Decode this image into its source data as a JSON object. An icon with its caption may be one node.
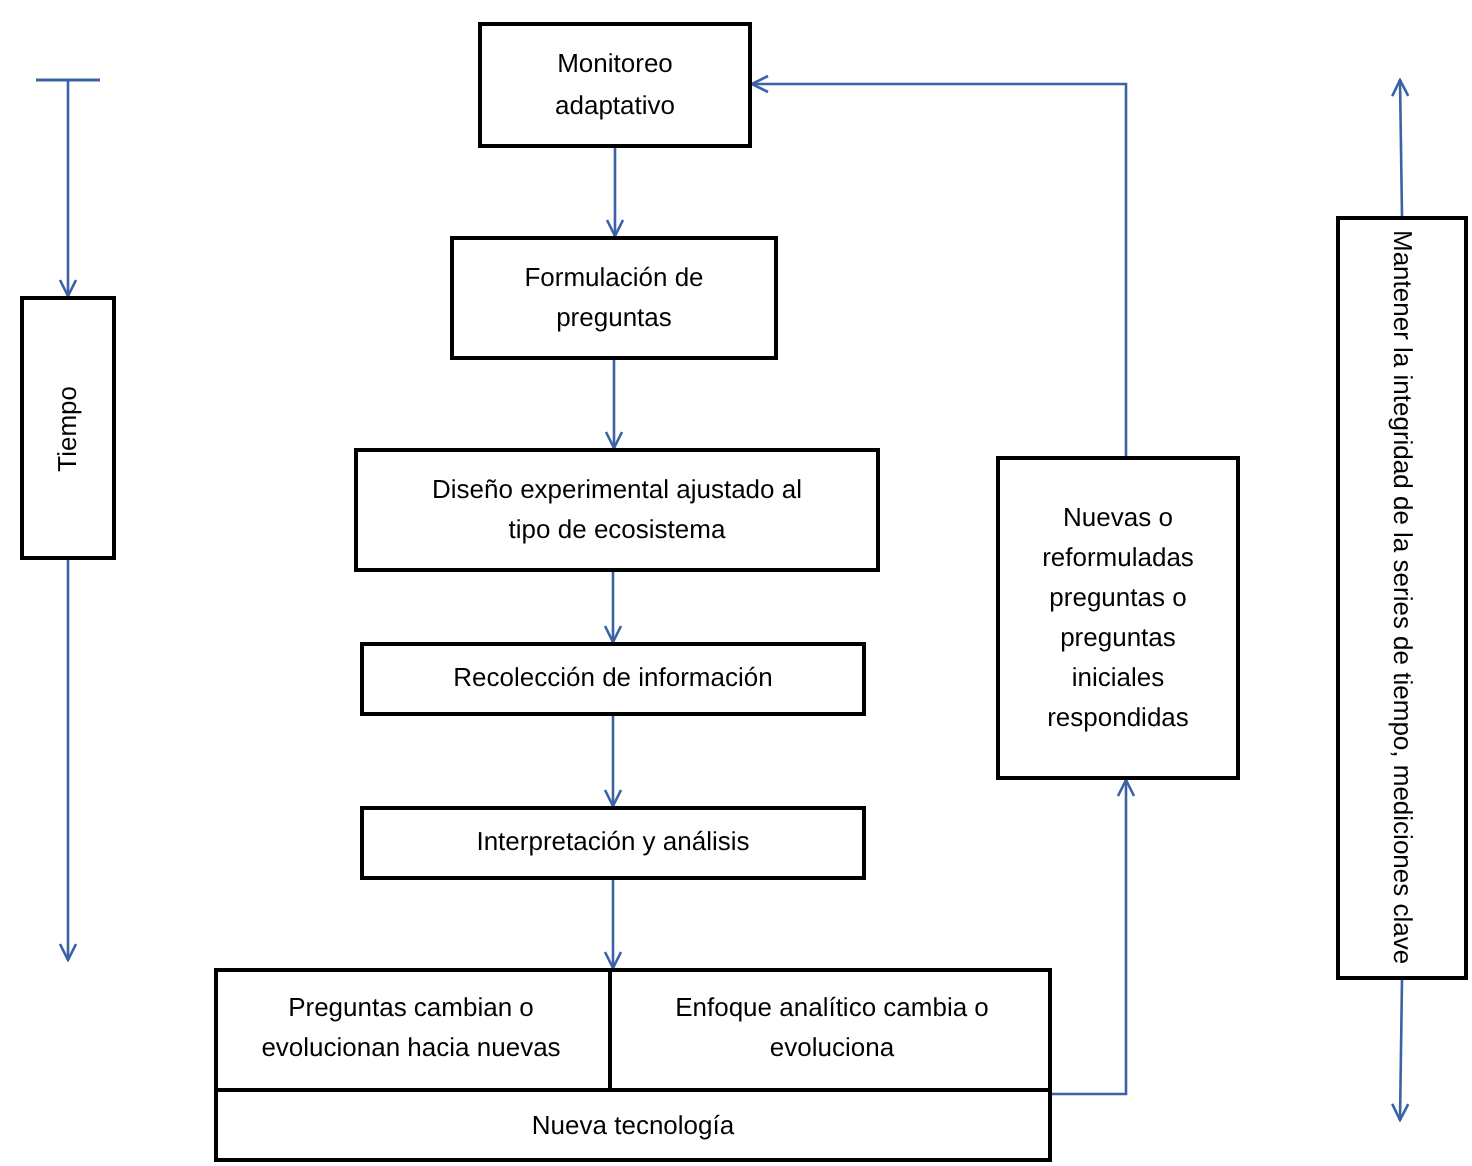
{
  "diagram": {
    "nodes": [
      {
        "text": [
          "Monitoreo adaptativo"
        ]
      },
      {
        "text": [
          "Formulación de preguntas"
        ]
      },
      {
        "text": [
          "Diseño experimental ajustado al tipo de ecosistema"
        ]
      },
      {
        "text": [
          "Recolección de información"
        ]
      },
      {
        "text": [
          "Interpretación y análisis"
        ]
      },
      {
        "text": [],
        "shape": "box"
      },
      {
        "text": [
          "Preguntas cambian o evolucionan hacia nuevas"
        ],
        "in": 5
      },
      {
        "text": [
          "Enfoque analítico cambia o evoluciona"
        ],
        "in": 5
      },
      {
        "text": [
          "Nueva tecnología"
        ],
        "in": 5
      },
      {
        "text": [
          "Nuevas o reformuladas preguntas o preguntas iniciales respondidas"
        ]
      },
      {
        "text": [
          "Tiempo"
        ]
      },
      {
        "text": [
          "Mantener la integridad de la series de tiempo, mediciones clave"
        ]
      }
    ],
    "edges": [
      {
        "from": 0,
        "to": 1,
        "arrow": "to"
      },
      {
        "from": 1,
        "to": 2,
        "arrow": "to"
      },
      {
        "from": 2,
        "to": 3,
        "arrow": "to"
      },
      {
        "from": 3,
        "to": 4,
        "arrow": "to"
      },
      {
        "from": 4,
        "to": 5,
        "arrow": "to"
      },
      {
        "from": 5,
        "to": 9,
        "arrow": "to"
      },
      {
        "from": 9,
        "to": 0,
        "arrow": "to"
      },
      {
        "from": null,
        "to": 10,
        "arrow": "to"
      },
      {
        "from": 10,
        "to": null,
        "arrow": "to"
      },
      {
        "from": 11,
        "to": null,
        "arrow": "to"
      },
      {
        "from": 11,
        "to": null,
        "arrow": "to"
      }
    ]
  }
}
